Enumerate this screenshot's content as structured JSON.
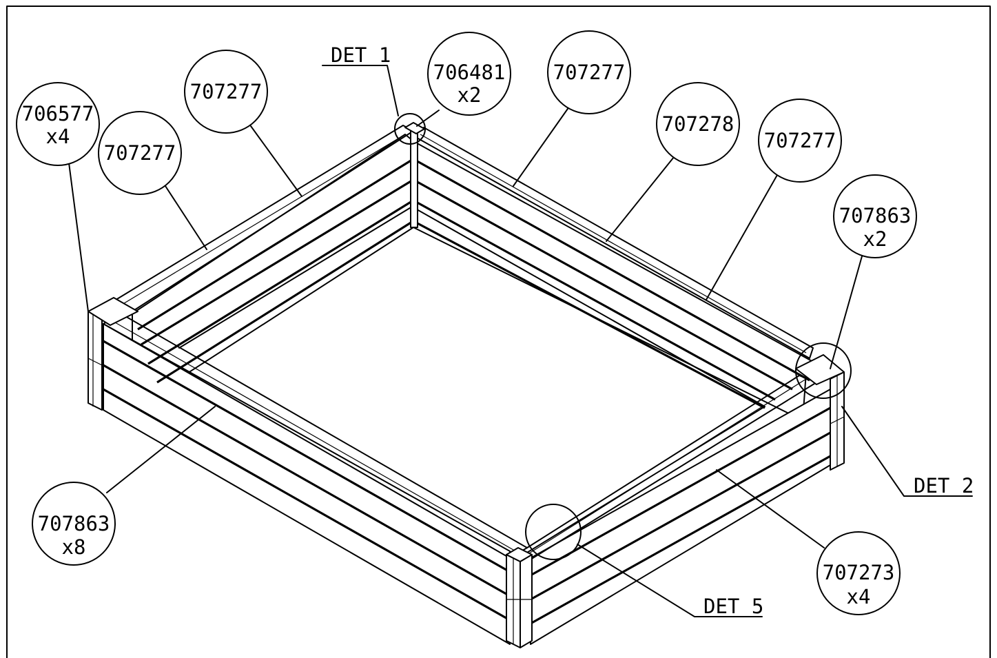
{
  "balloons": {
    "b706577": {
      "part": "706577",
      "qty": "x4"
    },
    "b707277_a": {
      "part": "707277"
    },
    "b707277_b": {
      "part": "707277"
    },
    "b706481": {
      "part": "706481",
      "qty": "x2"
    },
    "b707277_c": {
      "part": "707277"
    },
    "b707278": {
      "part": "707278"
    },
    "b707277_d": {
      "part": "707277"
    },
    "b707863_top": {
      "part": "707863",
      "qty": "x2"
    },
    "b707863_bottom": {
      "part": "707863",
      "qty": "x8"
    },
    "b707273": {
      "part": "707273",
      "qty": "x4"
    }
  },
  "details": {
    "det1": "DET 1",
    "det2": "DET 2",
    "det5": "DET 5"
  }
}
